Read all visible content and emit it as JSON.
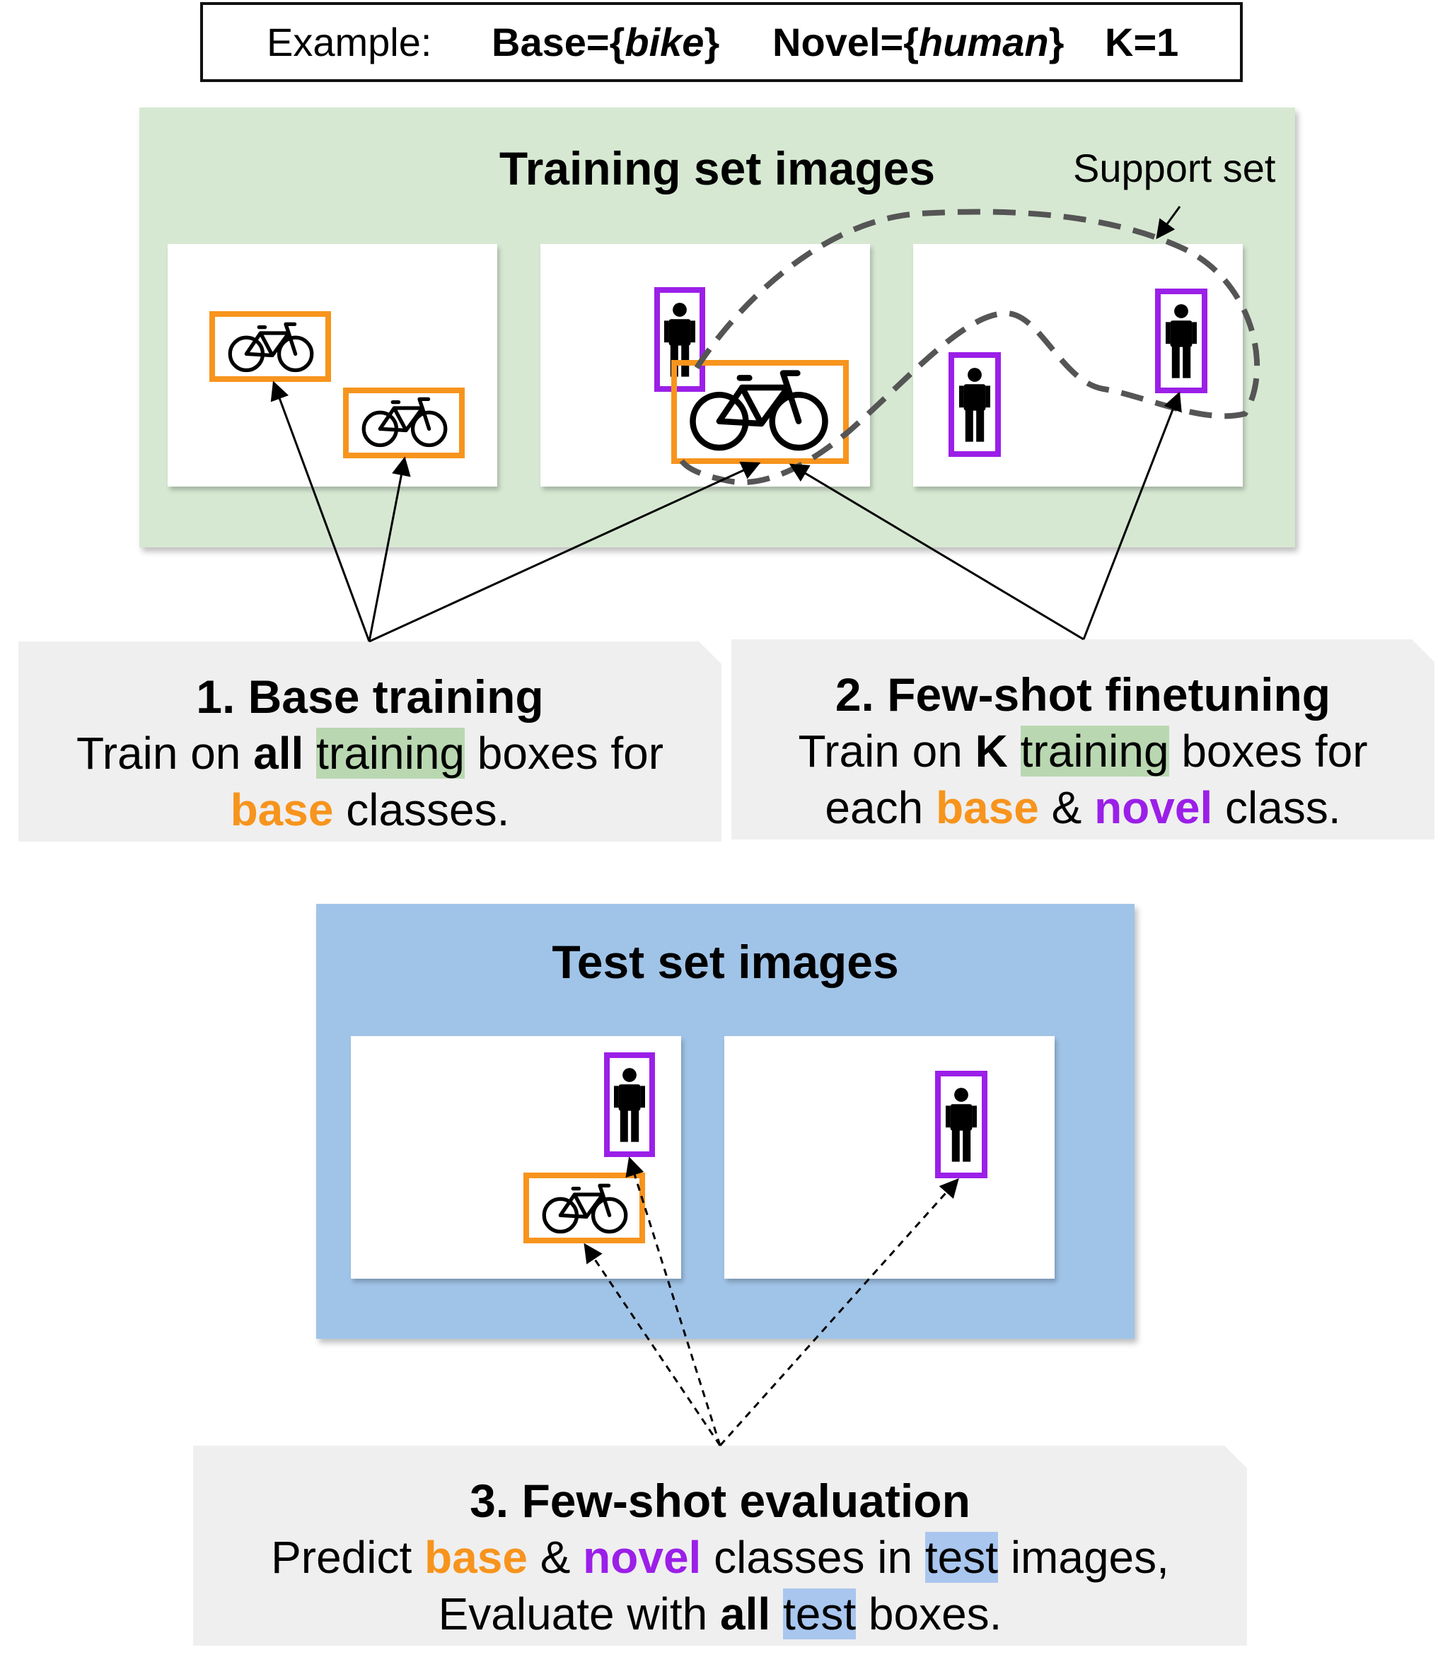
{
  "example": {
    "label": "Example:",
    "base_prefix": "Base={",
    "base_class": "bike",
    "base_suffix": "}",
    "novel_prefix": "Novel={",
    "novel_class": "human",
    "novel_suffix": "}",
    "k": "K=1"
  },
  "training": {
    "title": "Training set images",
    "support_label": "Support set"
  },
  "test": {
    "title": "Test set images"
  },
  "step1": {
    "title": "1. Base training",
    "l1_a": "Train on ",
    "l1_b": "all",
    "l1_c": " ",
    "l1_d": "training",
    "l1_e": " boxes for",
    "l2_a": "base",
    "l2_b": " classes."
  },
  "step2": {
    "title": "2. Few-shot finetuning",
    "l1_a": "Train on ",
    "l1_b": "K",
    "l1_c": " ",
    "l1_d": "training",
    "l1_e": " boxes for",
    "l2_a": "each ",
    "l2_b": "base",
    "l2_c": " & ",
    "l2_d": "novel",
    "l2_e": " class."
  },
  "step3": {
    "title": "3. Few-shot evaluation",
    "l1_a": "Predict ",
    "l1_b": "base",
    "l1_c": " & ",
    "l1_d": "novel",
    "l1_e": " classes in ",
    "l1_f": "test",
    "l1_g": " images,",
    "l2_a": "Evaluate with ",
    "l2_b": "all",
    "l2_c": " ",
    "l2_d": "test",
    "l2_e": " boxes."
  },
  "colors": {
    "base": "#f7941d",
    "novel": "#9b1fe8",
    "train_panel": "#d6e8d2",
    "test_panel": "#a0c4e8"
  },
  "icons": [
    "bicycle-icon",
    "person-icon"
  ]
}
